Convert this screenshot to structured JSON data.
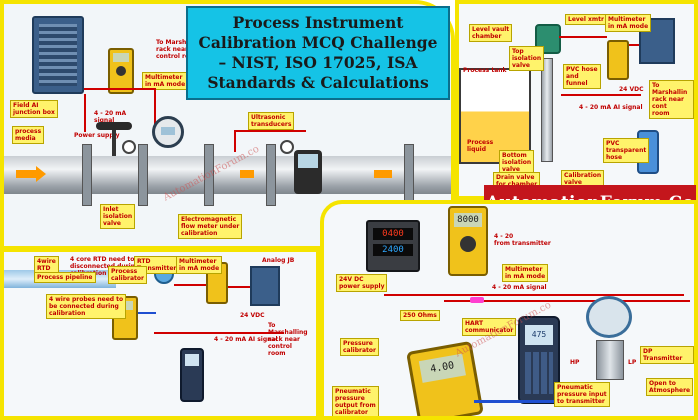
{
  "title": "Process Instrument Calibration MCQ Challenge – NIST, ISO 17025, ISA Standards & Calculations",
  "brand": "AutomationForum.Co",
  "watermark": "AutomationForum.co",
  "panel_top_left": {
    "labels": {
      "marshalling": "To Marsh\nrack near\ncontrol ro",
      "multimeter": "Multimeter\nin mA mode",
      "field_ai": "Field AI\njunction box",
      "ma_signal": "4 - 20 mA\nsignal",
      "process_media": "process\nmedia",
      "power_supply": "Power supply",
      "ultrasonic": "Ultrasonic\ntransducers",
      "inlet_valve": "Inlet\nisolation\nvalve",
      "emf": "Electromagnetic\nflow meter under\ncalibration"
    }
  },
  "panel_top_right": {
    "labels": {
      "level_vault": "Level vault\nchamber",
      "top_isolation": "Top\nisolation\nvalve",
      "level_xmtr": "Level xmtr",
      "multimeter": "Multimeter\nin mA mode",
      "marshalling": "To Marshallin\nrack near cont\nroom",
      "process_tank": "Process tank",
      "pvc_hose": "PVC hose\nand\nfunnel",
      "vdc": "24 VDC",
      "ai_signal": "4 - 20 mA AI signal",
      "process_liquid": "Process\nliquid",
      "bottom_isolation": "Bottom\nisolation\nvalve",
      "pvc_transparent": "PVC\ntransparent\nhose",
      "drain": "Drain valve\nfor chamber",
      "calibration_valve": "Calibration\nvalve"
    }
  },
  "panel_bottom_left": {
    "labels": {
      "rtd": "4wire\nRTD",
      "rtd_mount": "4 core RTD need to be\ndisconnected during\ncalibration",
      "rtd_xmtr": "RTD\nTransmitter",
      "multimeter": "Multimeter\nin mA mode",
      "analog_jb": "Analog JB",
      "process_pipeline": "Process pipeline",
      "process_calibrator": "Process\ncalibrator",
      "wire_probes": "4 wire probes need to\nbe connected during\ncalibration",
      "vdc": "24 VDC",
      "ai_signal": "4 - 20 mA AI signal",
      "marshalling": "To Marshalling\nrack near control\nroom"
    }
  },
  "panel_bottom_right": {
    "labels": {
      "from_transmitter": "4 - 20\nfrom transmitter",
      "dc_supply": "24V DC\npower supply",
      "multimeter": "Multimeter\nin mA mode",
      "ma_signal": "4 - 20 mA signal",
      "ohms": "250 Ohms",
      "hart": "HART\ncommunicator",
      "pressure_calibrator": "Pressure\ncalibrator",
      "dp_transmitter": "DP Transmitter",
      "hp": "HP",
      "lp": "LP",
      "open_atm": "Open to\nAtmosphere",
      "pneumatic_out": "Pneumatic\npressure\noutput from\ncalibrator",
      "pneumatic_in": "Pneumatic\npressure input\nto transmitter"
    }
  },
  "devices": {
    "dc_supply_display_top": "0400",
    "dc_supply_display_bottom": "2400",
    "multimeter_display": "8000",
    "hart_display": "475",
    "small_meter_display": "4.00"
  },
  "colors": {
    "panel_border": "#f5e400",
    "title_bg": "#15c3e6",
    "brand_bg": "#c4161c",
    "label_bg": "#fff36b",
    "label_text": "#c00000",
    "wire_red": "#d00000"
  }
}
